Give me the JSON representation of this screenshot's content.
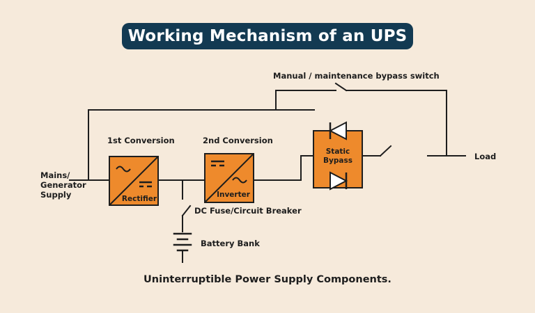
{
  "title": "Working Mechanism of an UPS",
  "labels": {
    "bypass_switch": "Manual / maintenance bypass switch",
    "first_conversion": "1st Conversion",
    "second_conversion": "2nd Conversion",
    "mains_supply": "Mains/\nGenerator\nSupply",
    "rectifier": "Rectifier",
    "inverter": "Inverter",
    "static_bypass": "Static\nBypass",
    "dc_fuse": "DC Fuse/Circuit Breaker",
    "battery_bank": "Battery Bank",
    "load": "Load"
  },
  "caption": "Uninterruptible Power Supply Components.",
  "colors": {
    "background": "#f6eadb",
    "title_bg": "#133a52",
    "block_fill": "#ee8a2c",
    "line": "#1d1d1d"
  }
}
